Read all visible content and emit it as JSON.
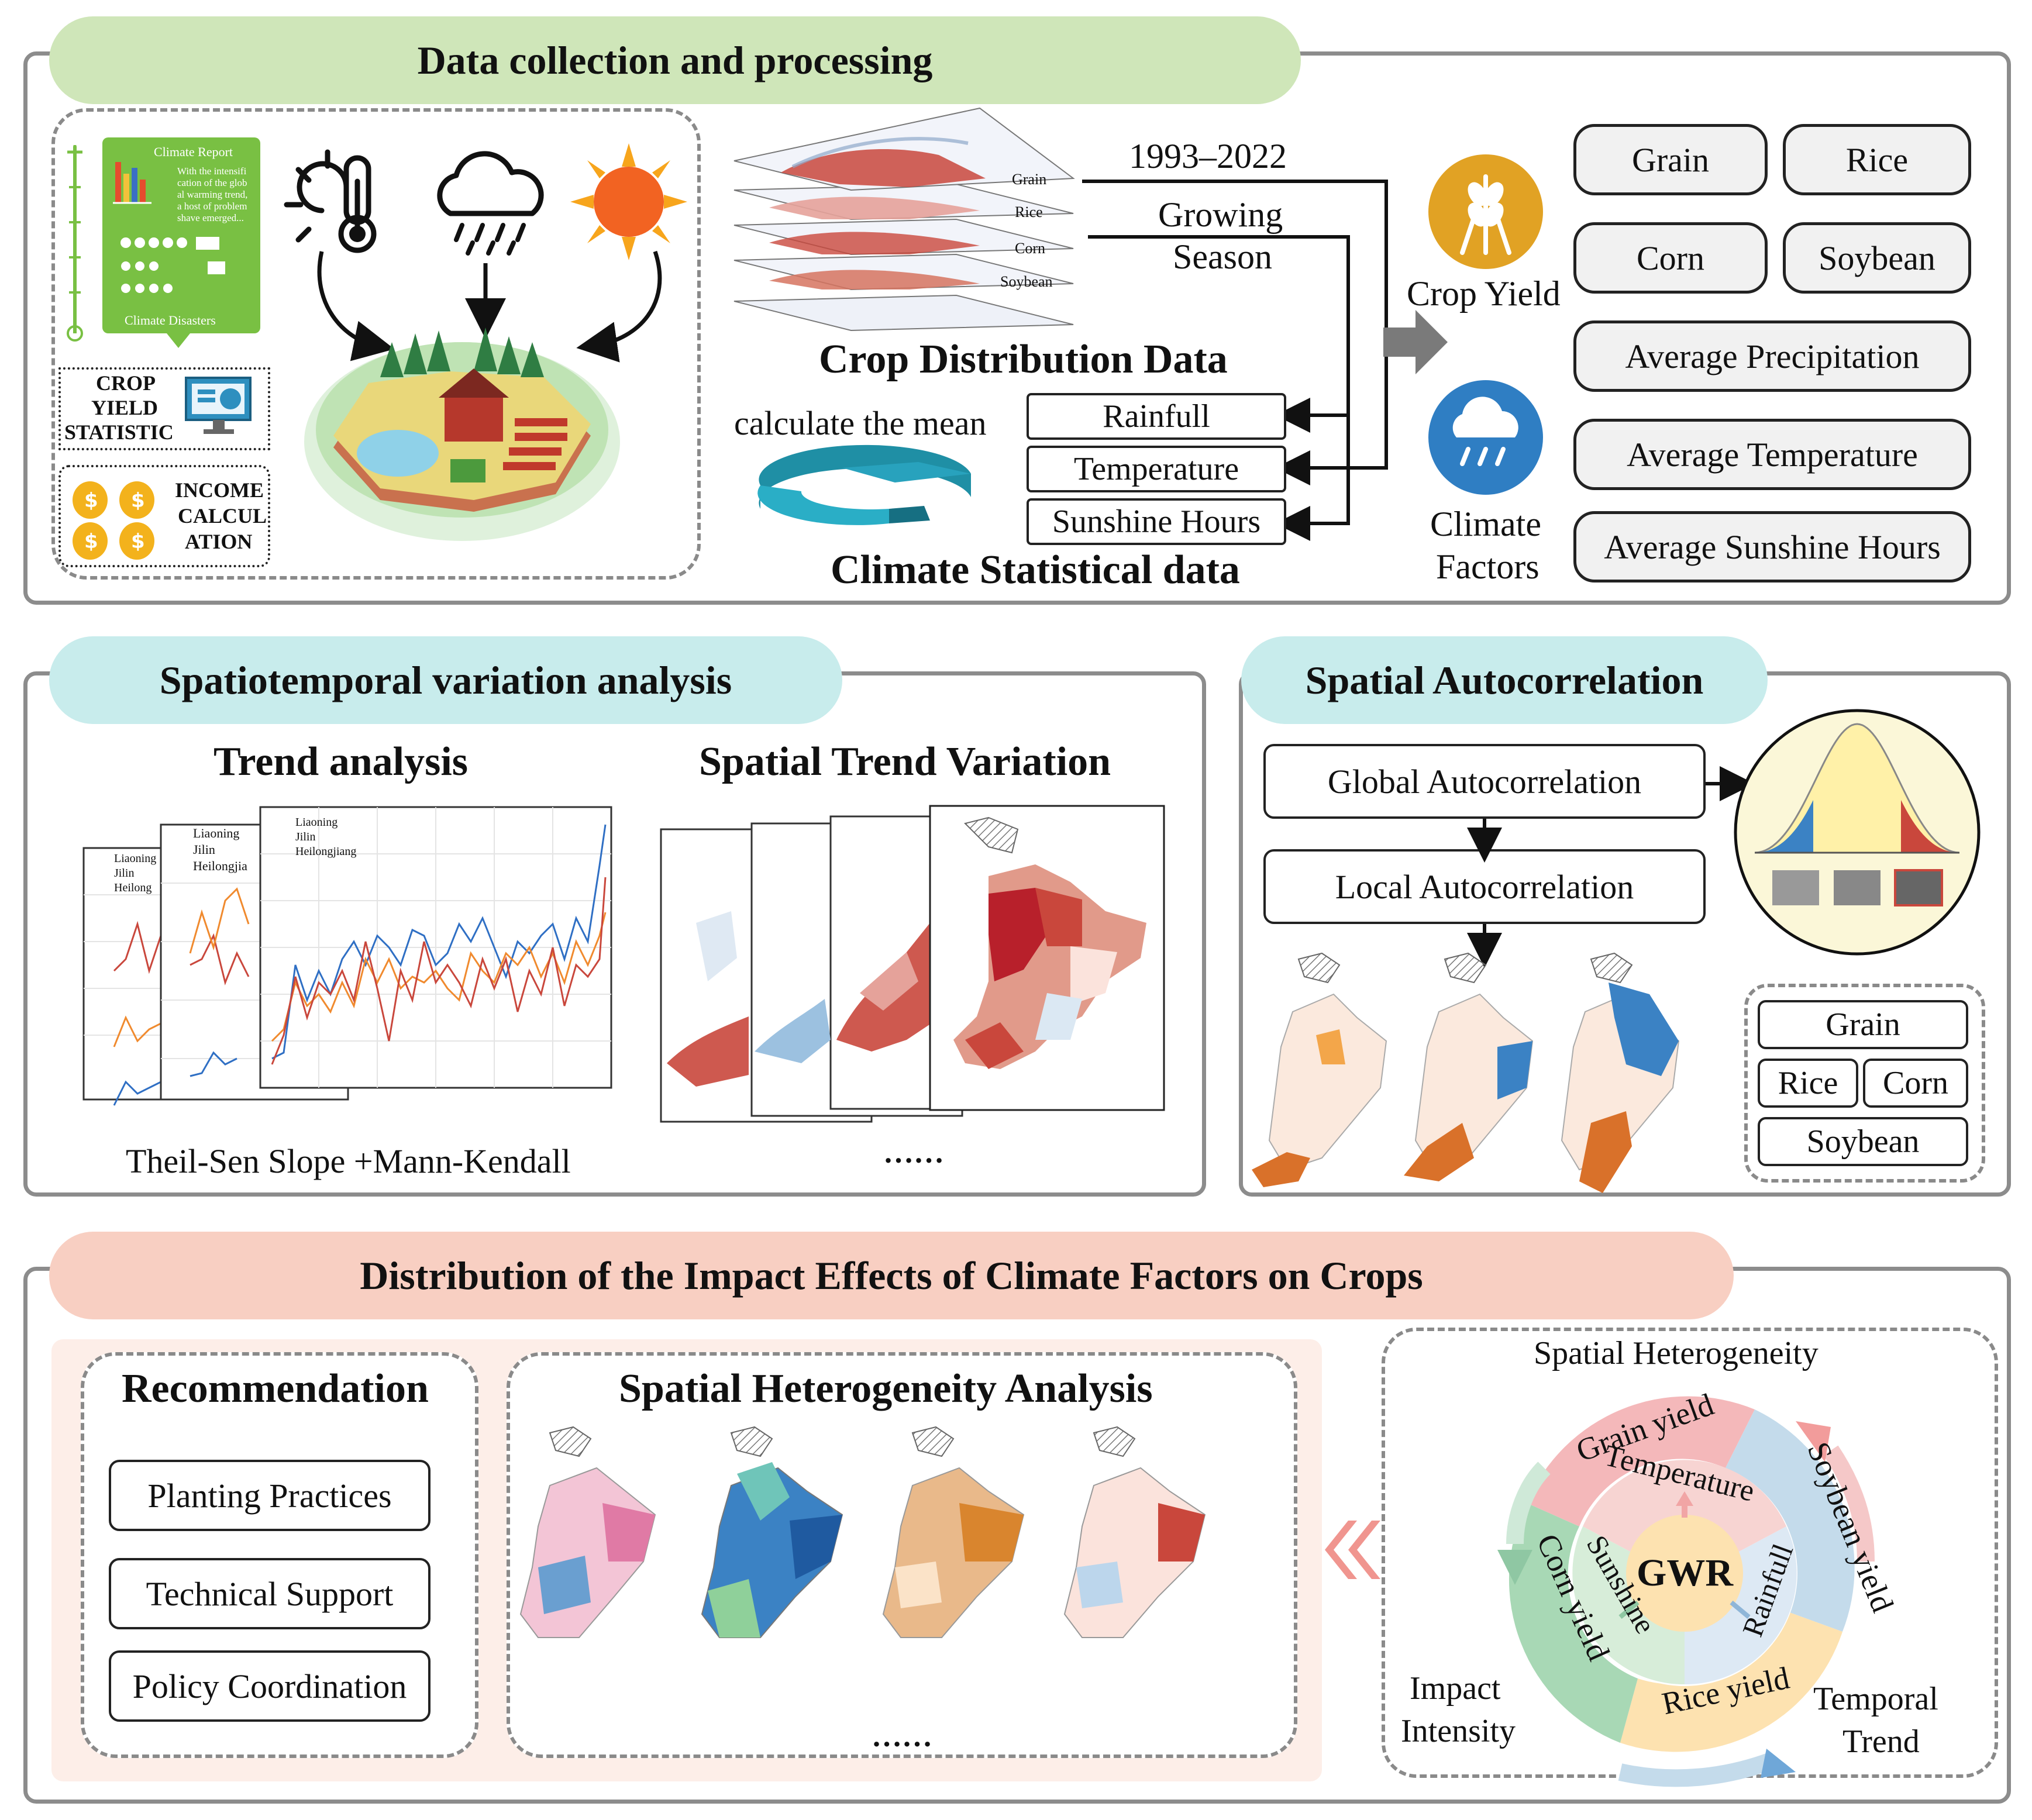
{
  "section1": {
    "title": "Data collection and processing",
    "report": {
      "title": "Climate Report",
      "body": [
        "With the intensifi",
        "cation of the glob",
        "al warming trend,",
        "a host of problem",
        "shave emerged..."
      ],
      "footer": "Climate Disasters"
    },
    "crop_yield_label": [
      "CROP",
      "YIELD",
      "STATISTIC"
    ],
    "income_label": [
      "INCOME",
      "CALCUL",
      "ATION"
    ],
    "layer_labels": [
      "Grain",
      "Rice",
      "Corn",
      "Soybean"
    ],
    "period": "1993–2022",
    "growing_season": [
      "Growing",
      "Season"
    ],
    "crop_distribution_title": "Crop Distribution Data",
    "calc_mean": "calculate the mean",
    "climate_vars": [
      "Rainfull",
      "Temperature",
      "Sunshine Hours"
    ],
    "climate_stat_title": "Climate Statistical data",
    "crop_yield": "Crop Yield",
    "climate_factors": [
      "Climate",
      "Factors"
    ],
    "crops": [
      "Grain",
      "Rice",
      "Corn",
      "Soybean"
    ],
    "climate_outputs": [
      "Average Precipitation",
      "Average Temperature",
      "Average Sunshine Hours"
    ]
  },
  "section2": {
    "title": "Spatiotemporal variation analysis",
    "trend_title": "Trend analysis",
    "legend": [
      "Liaoning",
      "Jilin",
      "Heilongjiang"
    ],
    "legend_back1": [
      "Liaoning",
      "Jilin",
      "Heilong"
    ],
    "legend_back2": [
      "Liaoning",
      "Jilin",
      "Heilongjia"
    ],
    "method": "Theil-Sen Slope +Mann-Kendall",
    "spatial_trend_title": "Spatial Trend Variation",
    "ellipsis": "……"
  },
  "section3": {
    "title": "Spatial Autocorrelation",
    "global": "Global Autocorrelation",
    "local": "Local Autocorrelation",
    "crops": [
      "Grain",
      "Rice",
      "Corn",
      "Soybean"
    ]
  },
  "section4": {
    "title": "Distribution of the Impact Effects of Climate Factors on Crops",
    "recommendation_title": "Recommendation",
    "recommendations": [
      "Planting Practices",
      "Technical Support",
      "Policy Coordination"
    ],
    "heterogeneity_title": "Spatial Heterogeneity Analysis",
    "ellipsis": "……",
    "wheel": {
      "top_label": "Spatial Heterogeneity",
      "center": "GWR",
      "inner": [
        "Temperature",
        "Sunshine",
        "Rainfull"
      ],
      "outer": [
        "Grain yield",
        "Soybean yield",
        "Rice yield",
        "Corn yield"
      ],
      "impact": [
        "Impact",
        "Intensity"
      ],
      "temporal": [
        "Temporal",
        "Trend"
      ]
    }
  },
  "colors": {
    "green_pill": "#cfe6b9",
    "cyan_pill": "#c8ecec",
    "salmon_pill": "#f8cfc2",
    "red_map": "#c9473c",
    "blue_map": "#3b82c4",
    "orange": "#d9712a"
  }
}
